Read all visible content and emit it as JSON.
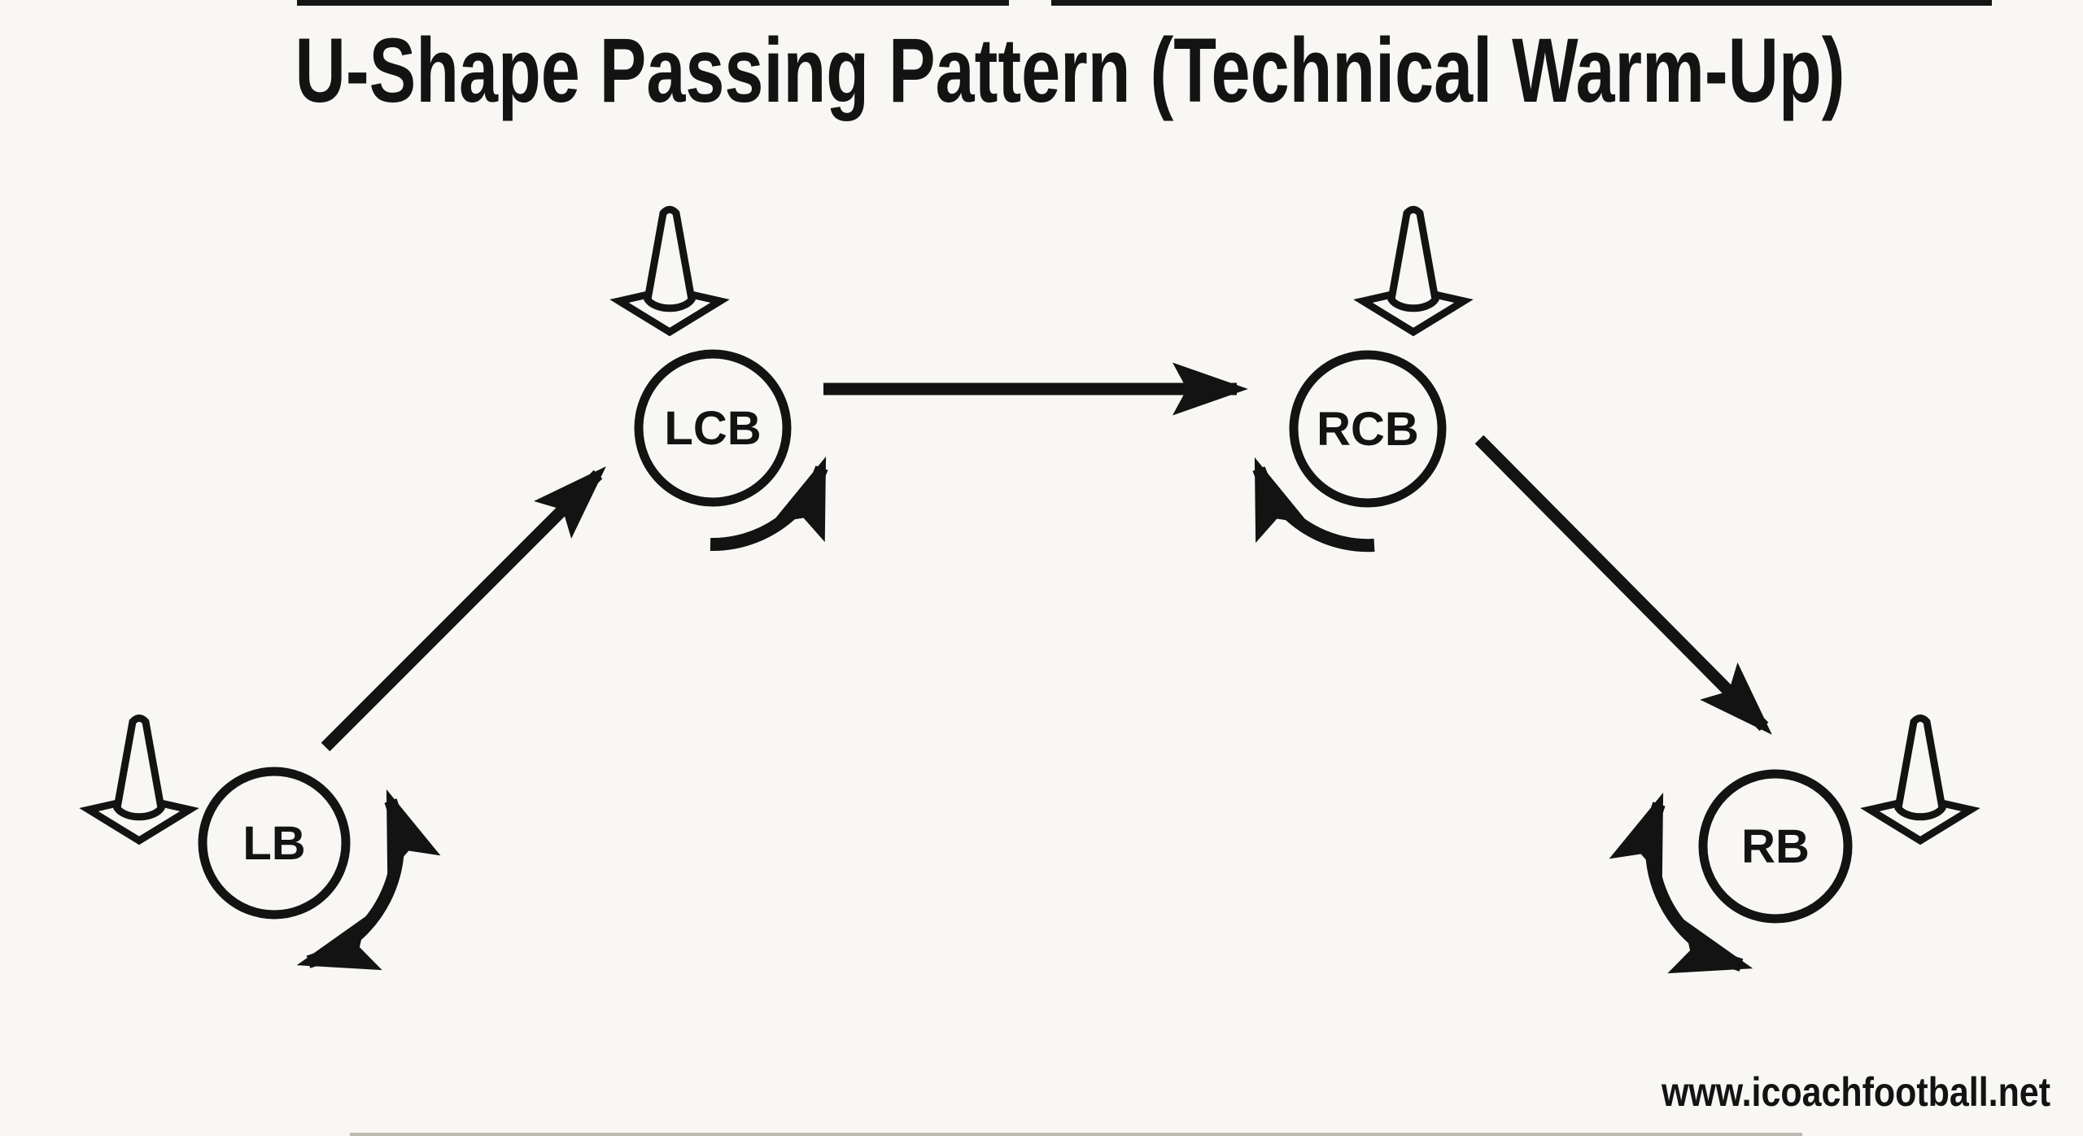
{
  "diagram": {
    "title": "U-Shape Passing Pattern (Technical Warm-Up)",
    "watermark": "www.icoachfootball.net",
    "type": "soccer-passing-drill"
  },
  "players": {
    "lb": {
      "label": "LB"
    },
    "lcb": {
      "label": "LCB"
    },
    "rcb": {
      "label": "RCB"
    },
    "rb": {
      "label": "RB"
    }
  },
  "sequence": {
    "passes": [
      {
        "from": "LB",
        "to": "LCB"
      },
      {
        "from": "LCB",
        "to": "RCB"
      },
      {
        "from": "RCB",
        "to": "RB"
      }
    ],
    "turns": [
      {
        "player": "LB",
        "style": "double-headed-curve"
      },
      {
        "player": "LCB",
        "style": "single-headed-curve"
      },
      {
        "player": "RCB",
        "style": "single-headed-curve"
      },
      {
        "player": "RB",
        "style": "double-headed-curve"
      }
    ]
  },
  "equipment": {
    "cone_count": 4
  },
  "colors": {
    "ink": "#131313",
    "background": "#f8f7f4"
  }
}
